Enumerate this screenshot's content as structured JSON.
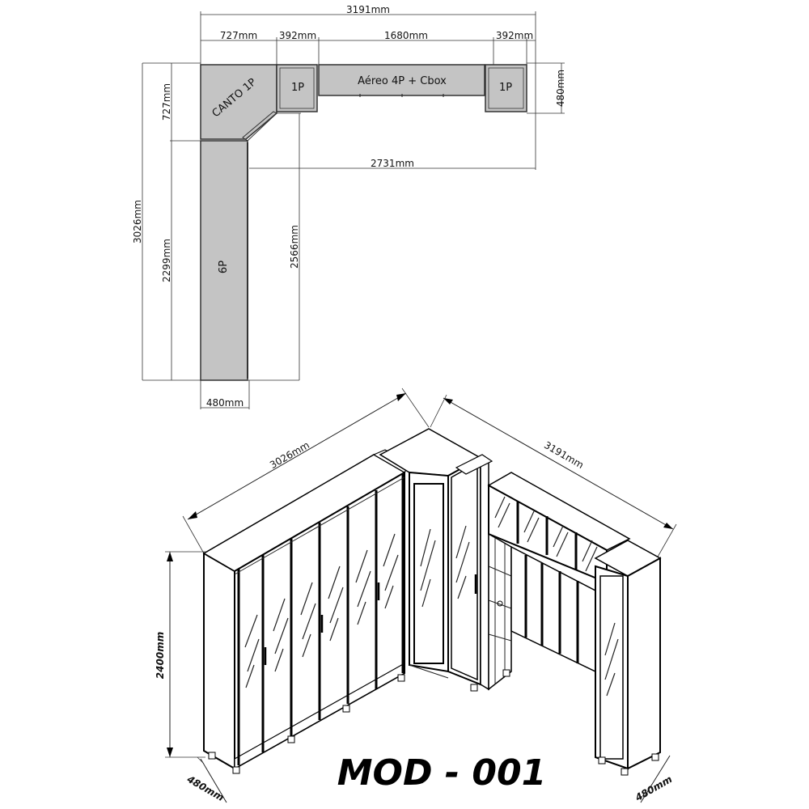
{
  "plan": {
    "dims": {
      "total_width": "3191mm",
      "seg_corner": "727mm",
      "seg_1p_left": "392mm",
      "seg_aereo": "1680mm",
      "seg_1p_right": "392mm",
      "depth_right": "480mm",
      "inner_width": "2731mm",
      "total_height": "3026mm",
      "corner_height": "727mm",
      "column_height": "2299mm",
      "inner_height": "2566mm",
      "depth_bottom": "480mm"
    },
    "modules": {
      "corner": "CANTO 1P",
      "one_p_left": "1P",
      "aereo": "Aéreo 4P + Cbox",
      "one_p_right": "1P",
      "six_p": "6P"
    }
  },
  "elevation": {
    "dims": {
      "left_length": "3026mm",
      "right_length": "3191mm",
      "height": "2400mm",
      "depth_left": "480mm",
      "depth_right": "480mm"
    }
  },
  "model_name": "MOD - 001"
}
